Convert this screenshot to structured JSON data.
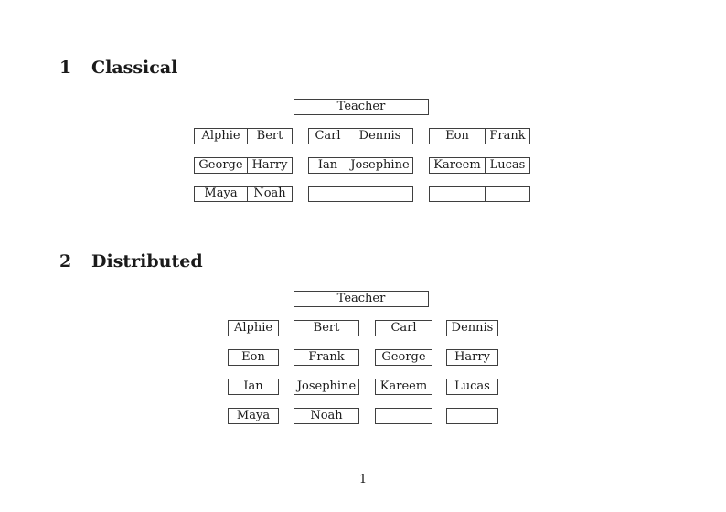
{
  "classical": {
    "heading": {
      "number": "1",
      "title": "Classical"
    },
    "teacher_label": "Teacher",
    "rows": [
      [
        [
          "Alphie",
          "Bert"
        ],
        [
          "Carl",
          "Dennis"
        ],
        [
          "Eon",
          "Frank"
        ]
      ],
      [
        [
          "George",
          "Harry"
        ],
        [
          "Ian",
          "Josephine"
        ],
        [
          "Kareem",
          "Lucas"
        ]
      ],
      [
        [
          "Maya",
          "Noah"
        ],
        [
          "",
          ""
        ],
        [
          "",
          ""
        ]
      ]
    ]
  },
  "distributed": {
    "heading": {
      "number": "2",
      "title": "Distributed"
    },
    "teacher_label": "Teacher",
    "rows": [
      [
        "Alphie",
        "Bert",
        "Carl",
        "Dennis"
      ],
      [
        "Eon",
        "Frank",
        "George",
        "Harry"
      ],
      [
        "Ian",
        "Josephine",
        "Kareem",
        "Lucas"
      ],
      [
        "Maya",
        "Noah",
        "",
        ""
      ]
    ]
  },
  "footer": {
    "page_number": "1"
  }
}
